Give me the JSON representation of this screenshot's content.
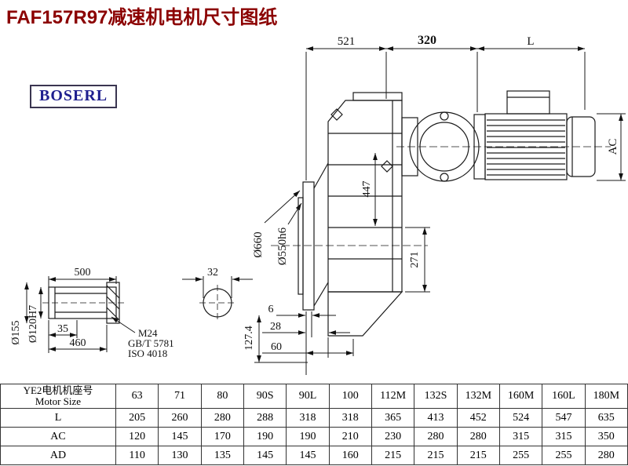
{
  "title": "FAF157R97减速机电机尺寸图纸",
  "logo": "BOSERL",
  "dims": {
    "top_521": "521",
    "top_320": "320",
    "top_L": "L",
    "right_AC": "AC",
    "flange_od": "Ø660",
    "flange_spigot": "Ø550h6",
    "body_447": "447",
    "body_271": "271",
    "shaft_500": "500",
    "shaft_35": "35",
    "shaft_460": "460",
    "thread_m24": "M24",
    "std_gbt": "GB/T 5781",
    "std_iso": "ISO 4018",
    "shaft_d155": "Ø155",
    "shaft_d120": "Ø120H7",
    "key_32": "32",
    "off_6": "6",
    "off_28": "28",
    "off_60": "60",
    "off_127": "127.4"
  },
  "table": {
    "header_cn": "YE2电机机座号",
    "header_en": "Motor Size",
    "columns": [
      "63",
      "71",
      "80",
      "90S",
      "90L",
      "100",
      "112M",
      "132S",
      "132M",
      "160M",
      "160L",
      "180M"
    ],
    "rows": [
      {
        "label": "L",
        "values": [
          "205",
          "260",
          "280",
          "288",
          "318",
          "318",
          "365",
          "413",
          "452",
          "524",
          "547",
          "635"
        ]
      },
      {
        "label": "AC",
        "values": [
          "120",
          "145",
          "170",
          "190",
          "190",
          "210",
          "230",
          "280",
          "280",
          "315",
          "315",
          "350"
        ]
      },
      {
        "label": "AD",
        "values": [
          "110",
          "130",
          "135",
          "145",
          "145",
          "160",
          "215",
          "215",
          "215",
          "255",
          "255",
          "280"
        ]
      }
    ]
  }
}
